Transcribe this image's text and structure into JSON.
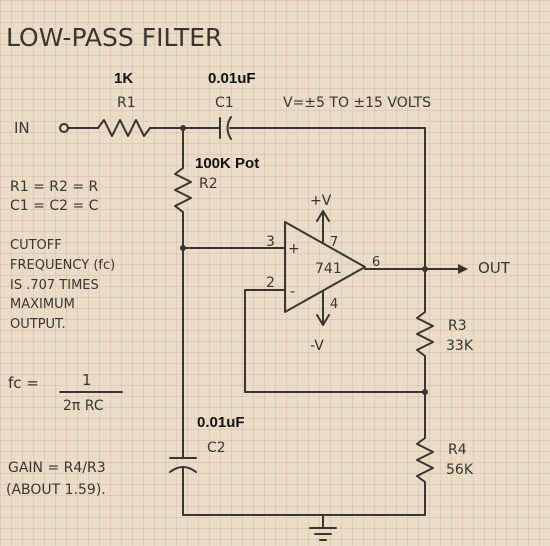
{
  "title": "LOW-PASS FILTER",
  "supply": "V=±5 TO ±15 VOLTS",
  "input_label": "IN",
  "output_label": "OUT",
  "r1": {
    "value": "1K",
    "label": "R1"
  },
  "c1": {
    "value": "0.01uF",
    "label": "C1"
  },
  "r2": {
    "value": "100K Pot",
    "label": "R2"
  },
  "c2": {
    "value": "0.01uF",
    "label": "C2"
  },
  "r3": {
    "label": "R3",
    "value": "33K"
  },
  "r4": {
    "label": "R4",
    "value": "56K"
  },
  "opamp": {
    "part": "741",
    "vplus": "+V",
    "vminus": "-V",
    "pin3": "3",
    "pin2": "2",
    "pin7": "7",
    "pin4": "4",
    "pin6": "6",
    "plus_sign": "+",
    "minus_sign": "-"
  },
  "notes": {
    "equal1": "R1 = R2 = R",
    "equal2": "C1 = C2 = C",
    "cutoff": [
      "CUTOFF",
      "FREQUENCY (fc)",
      "IS .707 TIMES",
      "MAXIMUM",
      "OUTPUT."
    ],
    "formula_lhs": "fc =",
    "formula_num": "1",
    "formula_den": "2π RC",
    "gain1": "GAIN = R4/R3",
    "gain2": "(ABOUT 1.59)."
  },
  "colors": {
    "paper": "#eaddc8",
    "grid": "#d4a999",
    "ink": "#3a3530"
  }
}
